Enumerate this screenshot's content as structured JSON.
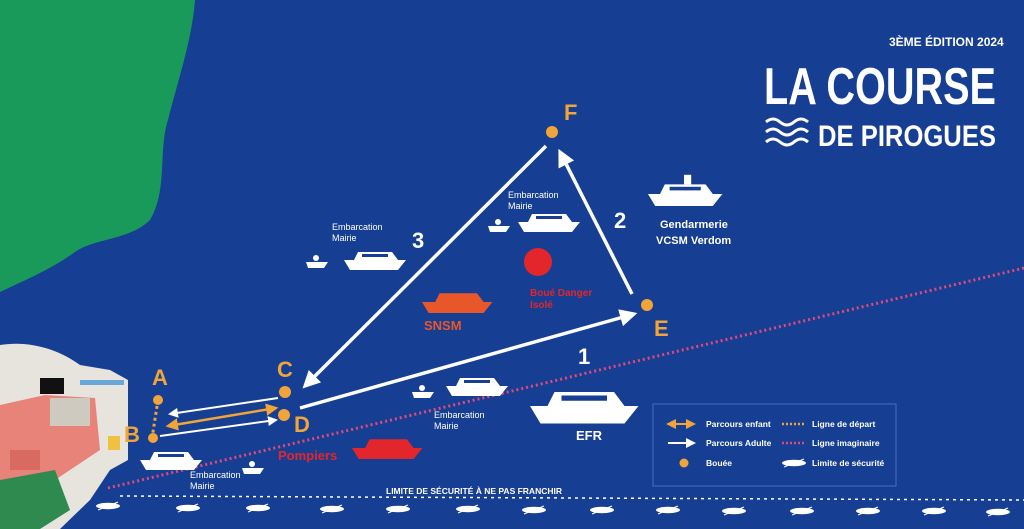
{
  "logo": {
    "edition": "3ÈME ÉDITION 2024",
    "title_line1": "LA COURSE",
    "title_line2": "DE PIROGUES"
  },
  "buoys": {
    "A": "A",
    "B": "B",
    "C": "C",
    "D": "D",
    "E": "E",
    "F": "F"
  },
  "courses": {
    "c1": "1",
    "c2": "2",
    "c3": "3"
  },
  "boats": {
    "gendarmerie_line1": "Gendarmerie",
    "gendarmerie_line2": "VCSM Verdom",
    "embarcation_line1": "Embarcation",
    "embarcation_line2": "Mairie",
    "snsm": "SNSM",
    "pompiers": "Pompiers",
    "efr": "EFR"
  },
  "hazard": {
    "line1": "Boué Danger",
    "line2": "Isolé"
  },
  "safety_limit": "LIMITE DE SÉCURITÉ À NE PAS FRANCHIR",
  "legend": {
    "parcours_enfant": "Parcours enfant",
    "parcours_adulte": "Parcours Adulte",
    "bouee": "Bouée",
    "ligne_depart": "Ligne de départ",
    "ligne_imaginaire": "Ligne imaginaire",
    "limite_securite": "Limite de sécurité"
  },
  "colors": {
    "sea": "#163e92",
    "land_green": "#1a9a5a",
    "buoy_orange": "#f0a43a",
    "danger_red": "#e3262b",
    "imaginary_line_pink": "#e04a7a",
    "snsm_orange": "#e8572a"
  }
}
